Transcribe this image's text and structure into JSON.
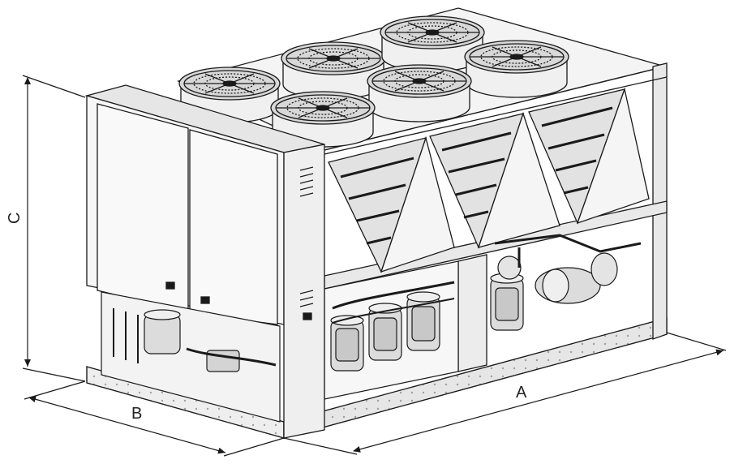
{
  "dimensions": {
    "a_label": "A",
    "b_label": "B",
    "c_label": "C"
  },
  "unit": {
    "fan_count": 6,
    "coil_panels": 3,
    "compressors_visible": 4,
    "cabinet_doors": 2
  },
  "colors": {
    "line": "#1a1a1a",
    "panel_light": "#f2f2f2",
    "panel_mid": "#dcdcdc",
    "panel_dark": "#bdbdbd",
    "background": "#ffffff"
  }
}
